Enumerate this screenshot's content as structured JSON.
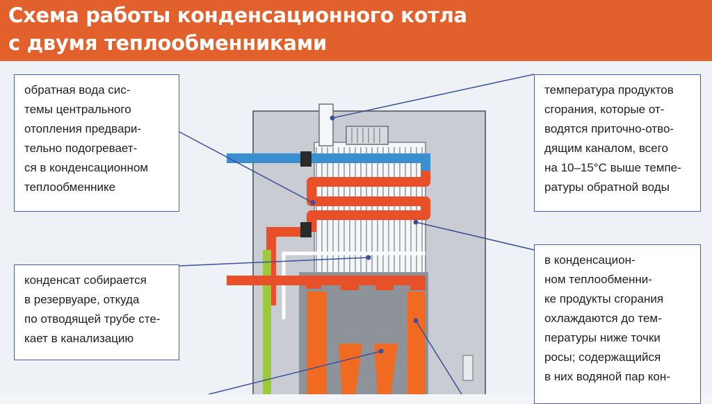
{
  "header": {
    "title": "Схема работы конденсационного котла\nс двумя теплообменниками",
    "background_color": "#e2602c"
  },
  "callouts": {
    "return_water": "обратная вода сис-\nтемы центрального\nотопления предвари-\nтельно подогревает-\nся в конденсационном\nтеплообменнике",
    "condensate": "конденсат собирается\nв резервуаре, откуда\nпо отводящей трубе сте-\nкает в канализацию",
    "flue_temperature": "температура продуктов\nсгорания, которые от-\nводятся приточно-отво-\nдящим каналом, всего\nна 10–15°C выше темпе-\nратуры обратной воды",
    "condensing_exchanger": "в конденсацион-\nном теплообменни-\nке продукты сгорания\nохлаждаются до тем-\nпературы ниже точки\nросы; содержащийся\nв них водяной пар кон-"
  },
  "colors": {
    "cold_pipe": "#3a8fd0",
    "hot_pipe": "#e8502a",
    "flame": "#f06a22",
    "condensate_pipe": "#9cc83c",
    "callout_border": "#4a5ea4",
    "leader_line": "#3a4f9a",
    "casing": "#c9cdd3"
  }
}
